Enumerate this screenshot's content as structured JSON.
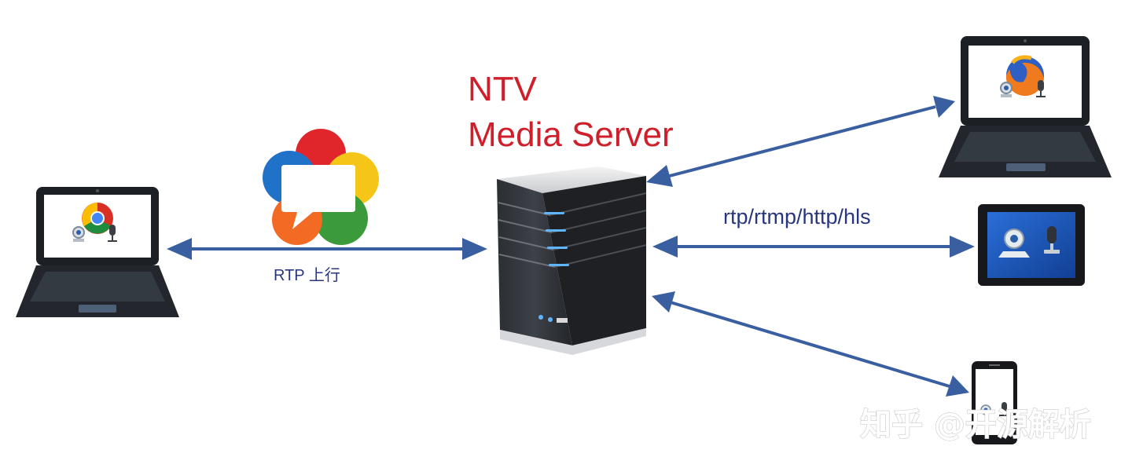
{
  "server": {
    "title_line1": "NTV",
    "title_line2": "Media Server",
    "icon": "server-tower-icon"
  },
  "upstream": {
    "label": "RTP 上行",
    "logo": "webrtc-logo",
    "source_device": "laptop-chrome"
  },
  "downstream": {
    "label": "rtp/rtmp/http/hls",
    "devices": [
      "laptop-firefox",
      "tablet",
      "smartphone"
    ]
  },
  "watermark": {
    "text": "知乎 @开源解析"
  },
  "colors": {
    "title": "#cf1f2b",
    "arrow": "#3a5fa0",
    "label": "#28357f"
  }
}
